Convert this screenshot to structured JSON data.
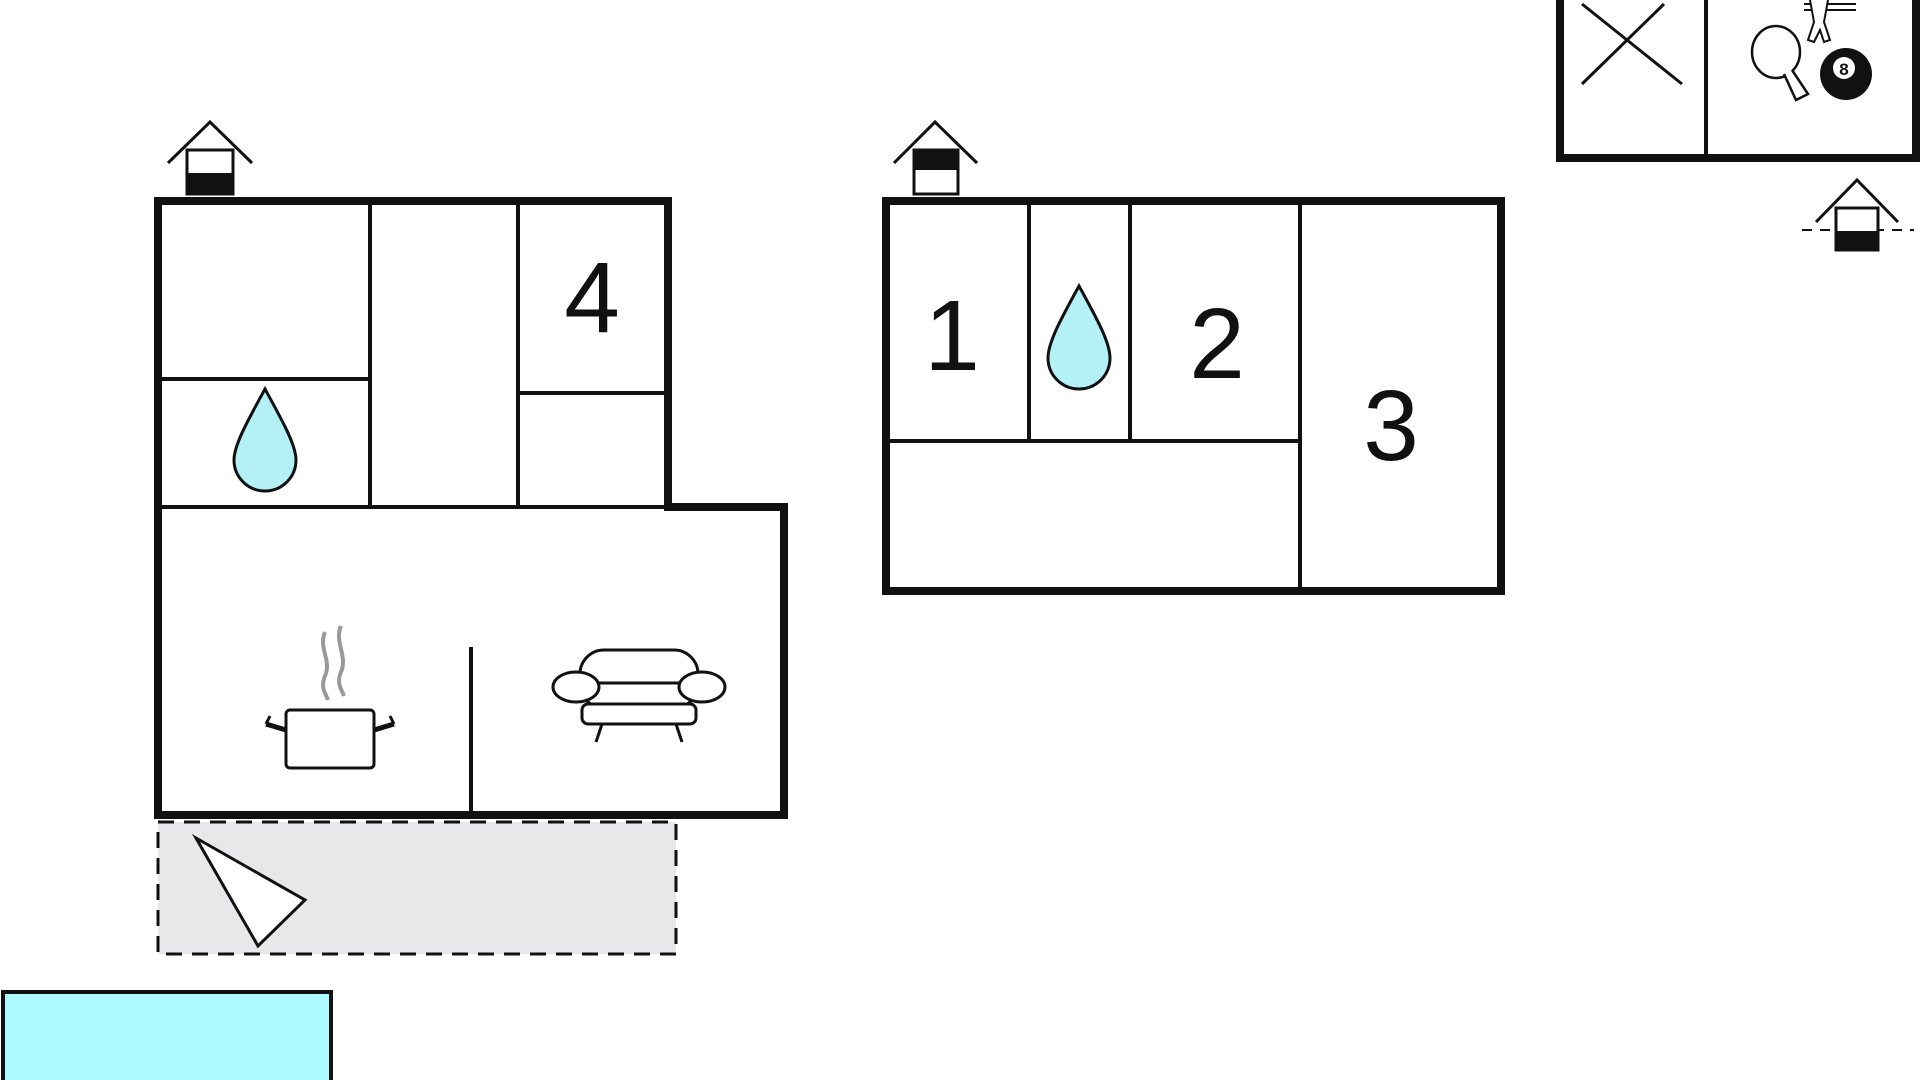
{
  "rooms": {
    "room_1": "1",
    "room_2": "2",
    "room_3": "3",
    "room_4": "4"
  },
  "icons": {
    "entrance": "house-entrance-icon",
    "water": "water-drop-icon",
    "kitchen": "cooking-pot-icon",
    "living": "sofa-icon",
    "terrace": "sun-lounger-icon",
    "pool": "pool",
    "games": "games-icon",
    "billiard_ball_label": "8"
  },
  "colors": {
    "water": "#b3f1f7",
    "pool": "#aafaff",
    "terrace": "#e8e8ea",
    "steam": "#999999"
  }
}
